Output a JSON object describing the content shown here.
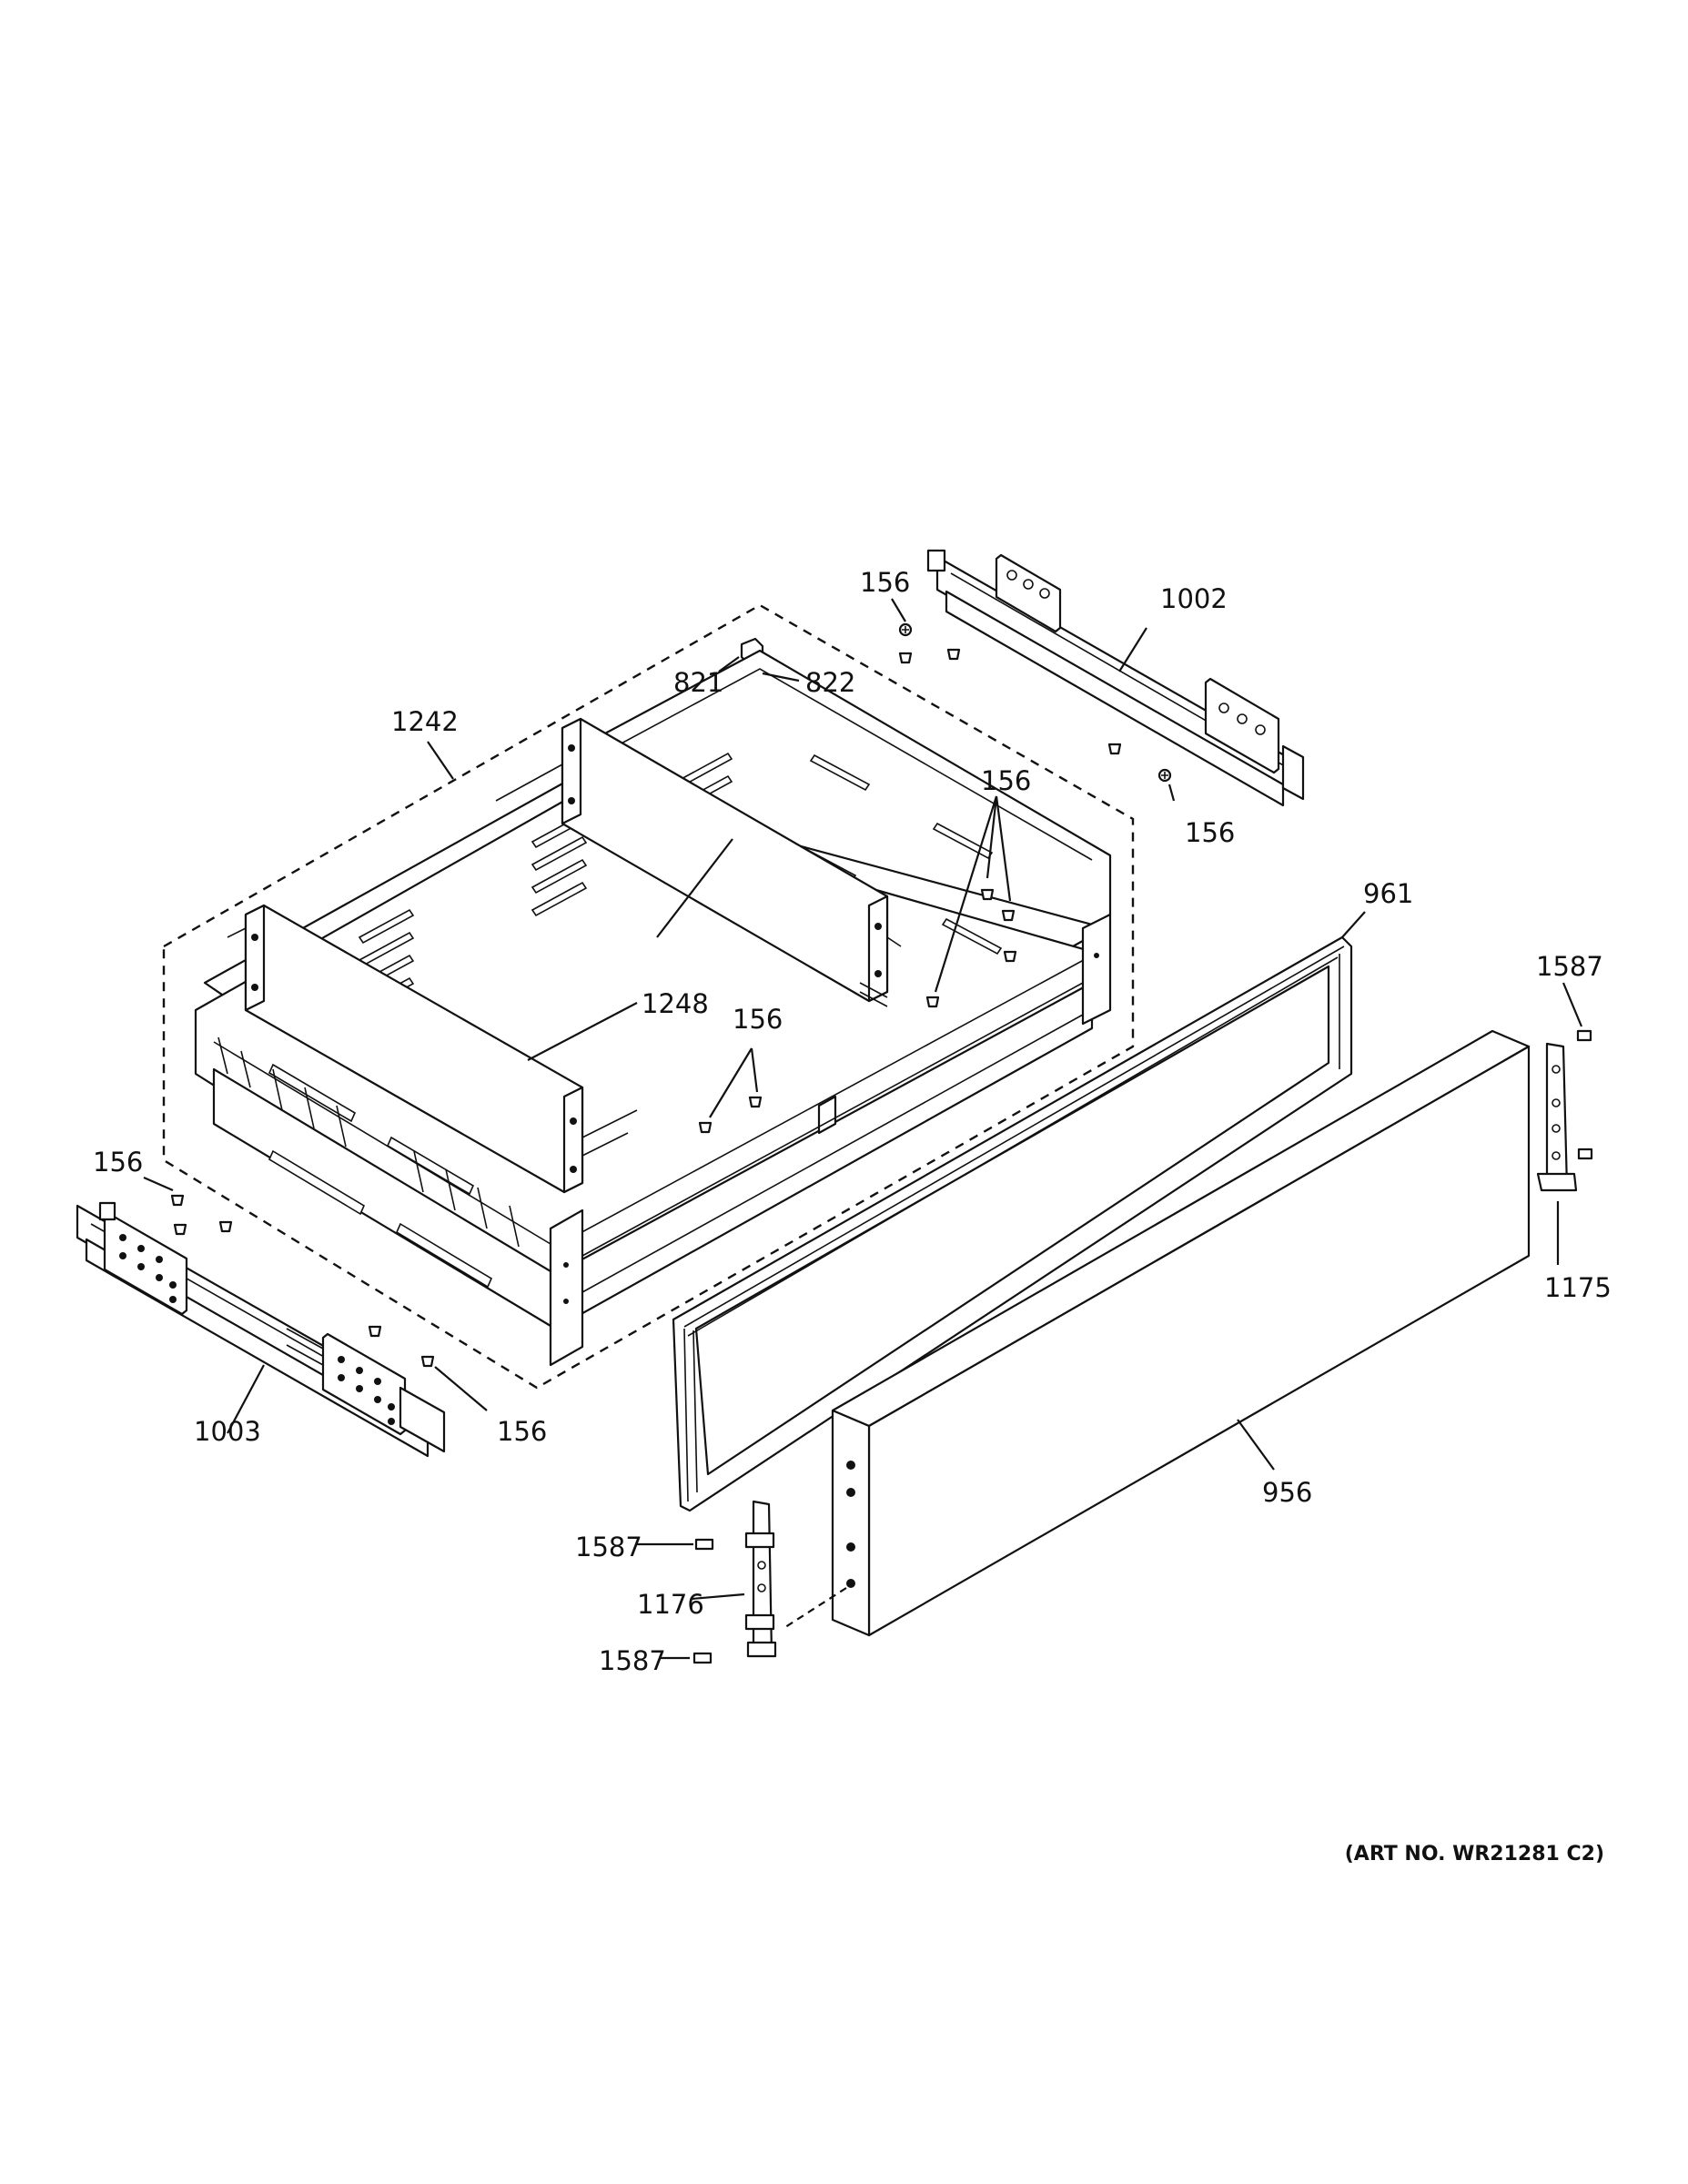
{
  "callouts": {
    "c156_top": "156",
    "c1002": "1002",
    "c821": "821",
    "c822": "822",
    "c1242": "1242",
    "c156_mid_top": "156",
    "c156_right": "156",
    "c961": "961",
    "c1587_right": "1587",
    "c1248": "1248",
    "c156_center": "156",
    "c156_left": "156",
    "c1175": "1175",
    "c1003": "1003",
    "c156_bottom": "156",
    "c956": "956",
    "c1587_a": "1587",
    "c1176": "1176",
    "c1587_b": "1587"
  },
  "art_number": "(ART NO. WR21281 C2)"
}
